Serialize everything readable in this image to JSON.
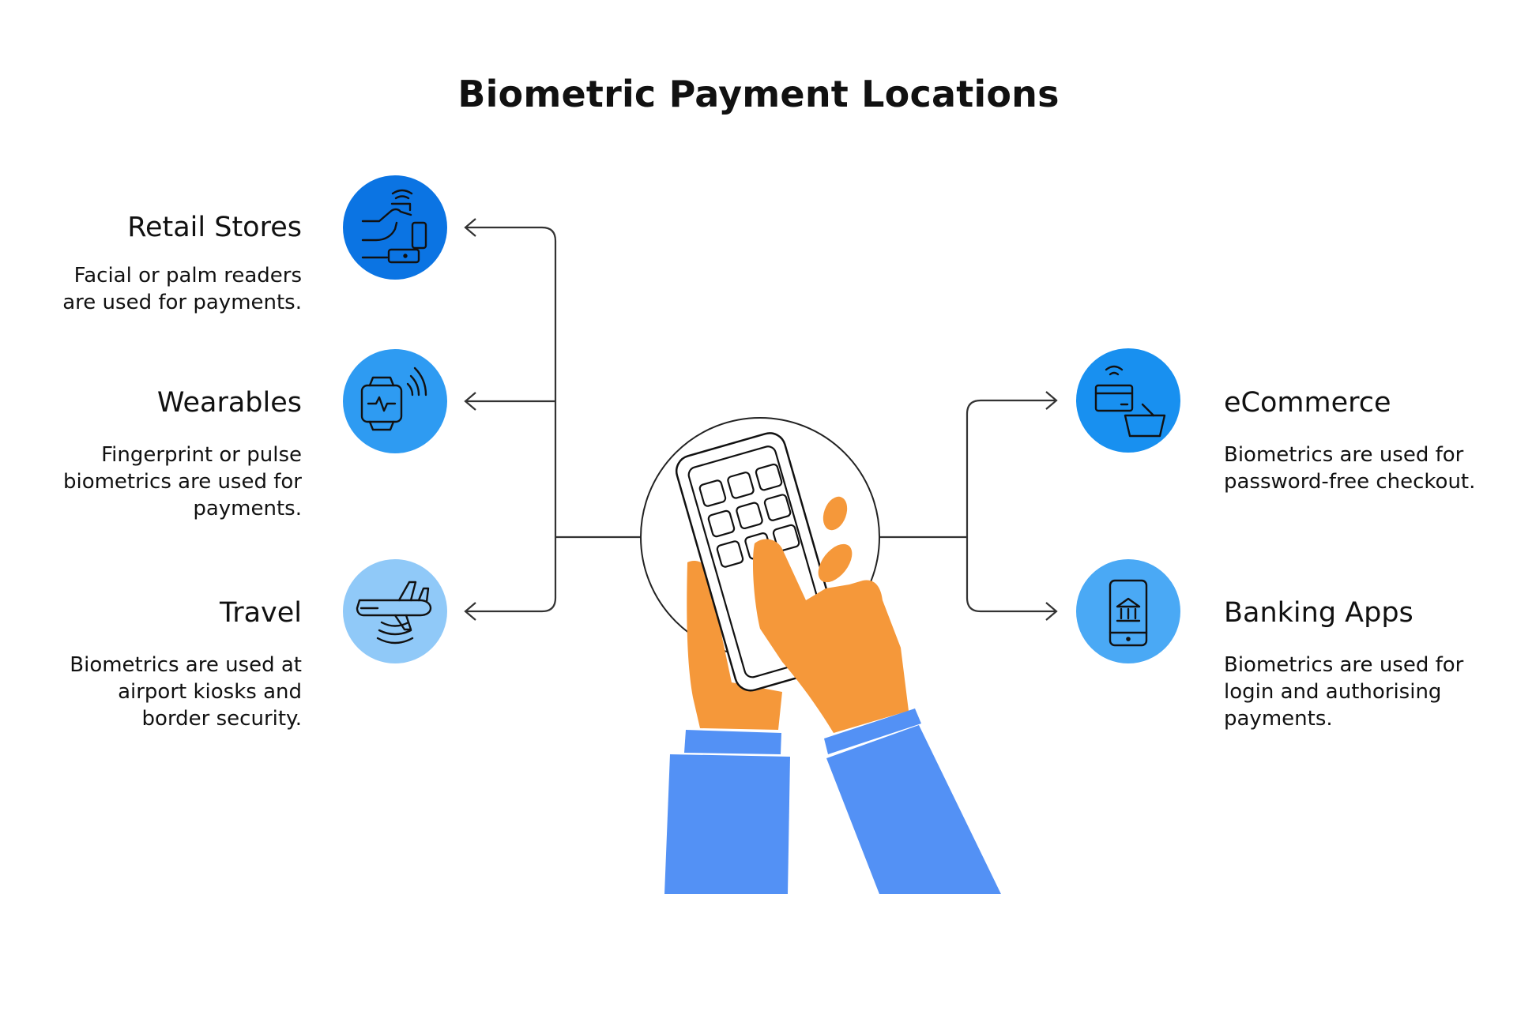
{
  "title": "Biometric Payment Locations",
  "items": [
    {
      "title": "Retail Stores",
      "description": "Facial or palm readers are used for payments.",
      "icon": "hand-phone-payment-icon",
      "color": "#0B74E3"
    },
    {
      "title": "Wearables",
      "description": "Fingerprint or pulse biometrics are used for payments.",
      "icon": "smartwatch-icon",
      "color": "#2E9BF2"
    },
    {
      "title": "Travel",
      "description": "Biometrics are used at airport kiosks and border security.",
      "icon": "airplane-icon",
      "color": "#90C9F8"
    },
    {
      "title": "eCommerce",
      "description": "Biometrics are used for password-free checkout.",
      "icon": "card-basket-icon",
      "color": "#1890F0"
    },
    {
      "title": "Banking Apps",
      "description": "Biometrics are used for login and authorising payments.",
      "icon": "bank-phone-icon",
      "color": "#4AA9F5"
    }
  ],
  "colors": {
    "line": "#333333",
    "skin": "#F5983A",
    "sleeve": "#5391F5",
    "stroke": "#111111"
  }
}
